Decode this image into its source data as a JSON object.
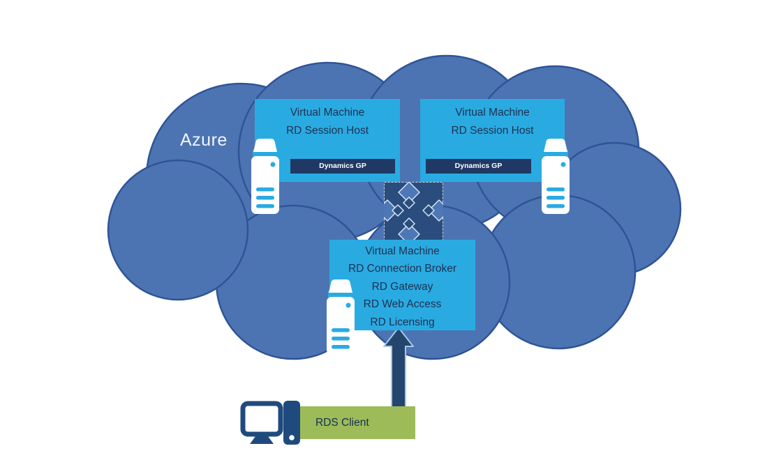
{
  "diagram": {
    "cloud_label": "Azure",
    "session_hosts": [
      {
        "line1": "Virtual Machine",
        "line2": "RD Session Host",
        "app": "Dynamics GP"
      },
      {
        "line1": "Virtual Machine",
        "line2": "RD Session Host",
        "app": "Dynamics GP"
      }
    ],
    "broker": {
      "lines": [
        "Virtual Machine",
        "RD Connection Broker",
        "RD Gateway",
        "RD Web Access",
        "RD Licensing"
      ]
    },
    "client_label": "RDS Client",
    "icons": [
      "server-icon",
      "server-icon",
      "server-icon",
      "distribution-arrows-icon",
      "up-arrow-icon",
      "desktop-computer-icon"
    ],
    "colors": {
      "cloud_fill": "#4d74b2",
      "cloud_stroke": "#2f5496",
      "box_blue": "#29abe2",
      "navy_bar": "#1f3864",
      "icon_square": "#2a4d7d",
      "diamond_blue": "#4d77b5",
      "arrow_navy": "#24466e",
      "client_green": "#9dbb59",
      "device_blue": "#1f4a7d",
      "text_dark": "#1f3050",
      "white": "#ffffff"
    }
  }
}
